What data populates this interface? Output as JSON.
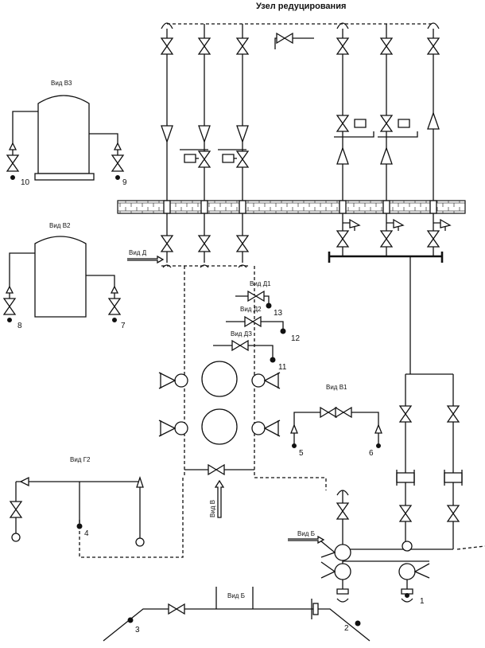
{
  "title": "Узел редуцирования",
  "views": {
    "v3": "Вид В3",
    "v2": "Вид В2",
    "v1": "Вид В1",
    "g2": "Вид Г2",
    "b": "Вид Б",
    "d": "Вид Д",
    "d1": "Вид Д1",
    "d2": "Вид Д2",
    "d3": "Вид ДЗ",
    "b_arrow": "Вид Б",
    "v_arrow": "Вид В"
  },
  "points": [
    "1",
    "2",
    "3",
    "4",
    "5",
    "6",
    "7",
    "8",
    "9",
    "10",
    "11",
    "12",
    "13"
  ]
}
